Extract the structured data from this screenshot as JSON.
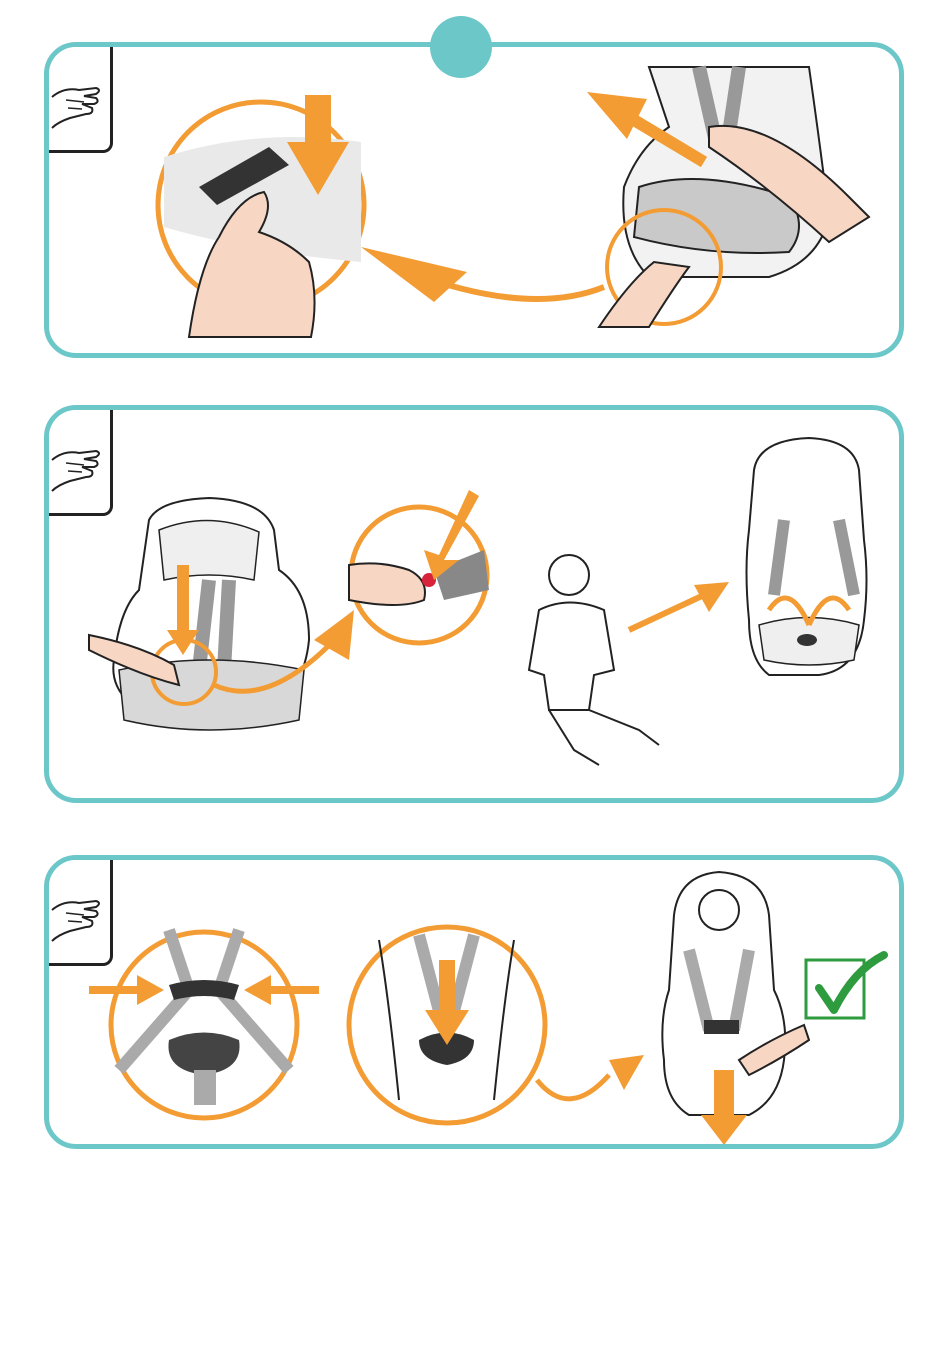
{
  "step_marker": {
    "label": ""
  },
  "colors": {
    "accent_teal": "#6cc7c9",
    "arrow_orange": "#f39c34",
    "strap_gray": "#aaaaaa",
    "dark_strap": "#333333",
    "check_green": "#2e9b3e",
    "skin": "#f7d6c3"
  },
  "panels": [
    {
      "id": "remove-harness",
      "icons": [
        "hand-icon",
        "zoom-circle",
        "finger-press",
        "arrow-down",
        "seat-shell",
        "arrow-pull-up",
        "arrow-connector"
      ]
    },
    {
      "id": "open-harness",
      "icons": [
        "hand-icon",
        "car-seat",
        "buckle-release",
        "zoom-circle",
        "child-figure",
        "open-seat"
      ]
    },
    {
      "id": "buckle-harness",
      "icons": [
        "hand-icon",
        "chest-clip",
        "buckle-insert",
        "seated-child",
        "arrow-tighten",
        "check-icon"
      ]
    }
  ]
}
